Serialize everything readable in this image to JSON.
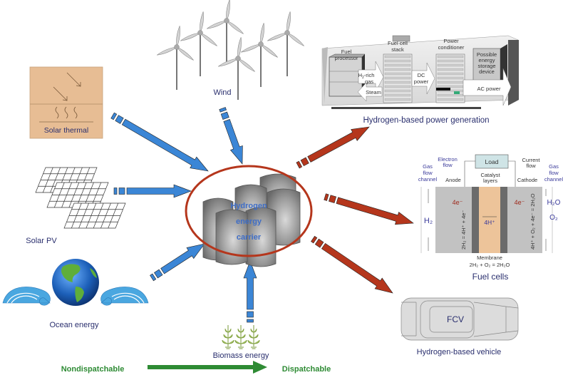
{
  "title": "Hydrogen energy carrier diagram",
  "center": {
    "line1": "Hydrogen",
    "line2": "energy",
    "line3": "carrier"
  },
  "sources": {
    "solar_thermal": "Solar thermal",
    "wind": "Wind",
    "solar_pv": "Solar PV",
    "ocean": "Ocean energy",
    "biomass": "Biomass energy"
  },
  "uses": {
    "power_generation": {
      "caption": "Hydrogen-based power generation",
      "fuel_processor": "Fuel processor",
      "fuel_processor_l1": "Fuel",
      "fuel_processor_l2": "processor",
      "stack_l1": "Fuel cell",
      "stack_l2": "stack",
      "conditioner_l1": "Power",
      "conditioner_l2": "conditioner",
      "h2_rich_l1": "H",
      "h2_rich_sub": "2",
      "h2_rich_l1b": "-rich",
      "h2_rich_l2": "gas",
      "steam": "Steam",
      "dc_l1": "DC",
      "dc_l2": "power",
      "storage_l1": "Possible",
      "storage_l2": "energy",
      "storage_l3": "storage",
      "storage_l4": "device",
      "ac": "AC power"
    },
    "fuel_cells": {
      "caption": "Fuel cells",
      "load": "Load",
      "electron_flow_l1": "Electron",
      "electron_flow_l2": "flow",
      "current_flow_l1": "Current",
      "current_flow_l2": "flow",
      "gas_l1": "Gas",
      "gas_l2": "flow",
      "gas_l3": "channel",
      "anode": "Anode",
      "cathode": "Cathode",
      "catalyst_l1": "Catalyst",
      "catalyst_l2": "layers",
      "anode_e": "4e⁻",
      "cathode_e": "4e⁻",
      "proton": "4H⁺",
      "h2": "H₂",
      "h2o": "H₂O",
      "o2": "O₂",
      "anode_reaction": "2H₂ = 4H⁺ + 4e⁻",
      "cathode_reaction": "4H⁺ + O₂ + 4e⁻ = 2H₂O",
      "membrane": "Membrane",
      "overall": "2H₂ + O₂ = 2H₂O"
    },
    "vehicle": {
      "caption": "Hydrogen-based vehicle",
      "badge": "FCV"
    }
  },
  "scale": {
    "left": "Nondispatchable",
    "right": "Dispatchable"
  },
  "colors": {
    "input_arrow": "#3b86d6",
    "output_arrow": "#b5361c",
    "ellipse": "#b5361c",
    "label": "#2a2f6e",
    "scale_green": "#2e8b34",
    "solar_thermal_bg": "#e7bd94"
  }
}
